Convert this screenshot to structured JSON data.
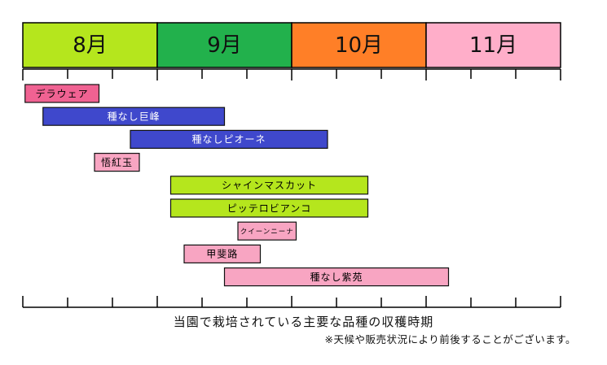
{
  "chart_data": {
    "type": "gantt",
    "months": [
      {
        "label": "8月",
        "color": "#b5e61d"
      },
      {
        "label": "9月",
        "color": "#22b14c"
      },
      {
        "label": "10月",
        "color": "#ff7f27"
      },
      {
        "label": "11月",
        "color": "#ffaec9"
      }
    ],
    "x_unit": "旬 (1 = 8月上旬 … 12 = 11月下旬)",
    "tasks": [
      {
        "name": "デラウェア",
        "start": 0.05,
        "end": 1.7,
        "color": "#f06292",
        "text_color": "#000000"
      },
      {
        "name": "種なし巨峰",
        "start": 0.45,
        "end": 4.5,
        "color": "#3f48cc",
        "text_color": "#ffffff"
      },
      {
        "name": "種なしピオーネ",
        "start": 2.4,
        "end": 6.8,
        "color": "#3f48cc",
        "text_color": "#ffffff"
      },
      {
        "name": "悟紅玉",
        "start": 1.6,
        "end": 2.6,
        "color": "#f8a5c2",
        "text_color": "#000000"
      },
      {
        "name": "シャインマスカット",
        "start": 3.3,
        "end": 7.7,
        "color": "#b5e61d",
        "text_color": "#000000"
      },
      {
        "name": "ピッテロビアンコ",
        "start": 3.3,
        "end": 7.7,
        "color": "#b5e61d",
        "text_color": "#000000"
      },
      {
        "name": "クイーンニーナ",
        "start": 4.8,
        "end": 6.1,
        "color": "#f8a5c2",
        "text_color": "#000000"
      },
      {
        "name": "甲斐路",
        "start": 3.6,
        "end": 5.3,
        "color": "#f8a5c2",
        "text_color": "#000000"
      },
      {
        "name": "種なし紫苑",
        "start": 4.5,
        "end": 9.5,
        "color": "#f8a5c2",
        "text_color": "#000000"
      }
    ],
    "grid": false,
    "legend": "none"
  },
  "captions": {
    "main": "当園で栽培されている主要な品種の収穫時期",
    "note": "※天候や販売状況により前後することがございます。"
  }
}
